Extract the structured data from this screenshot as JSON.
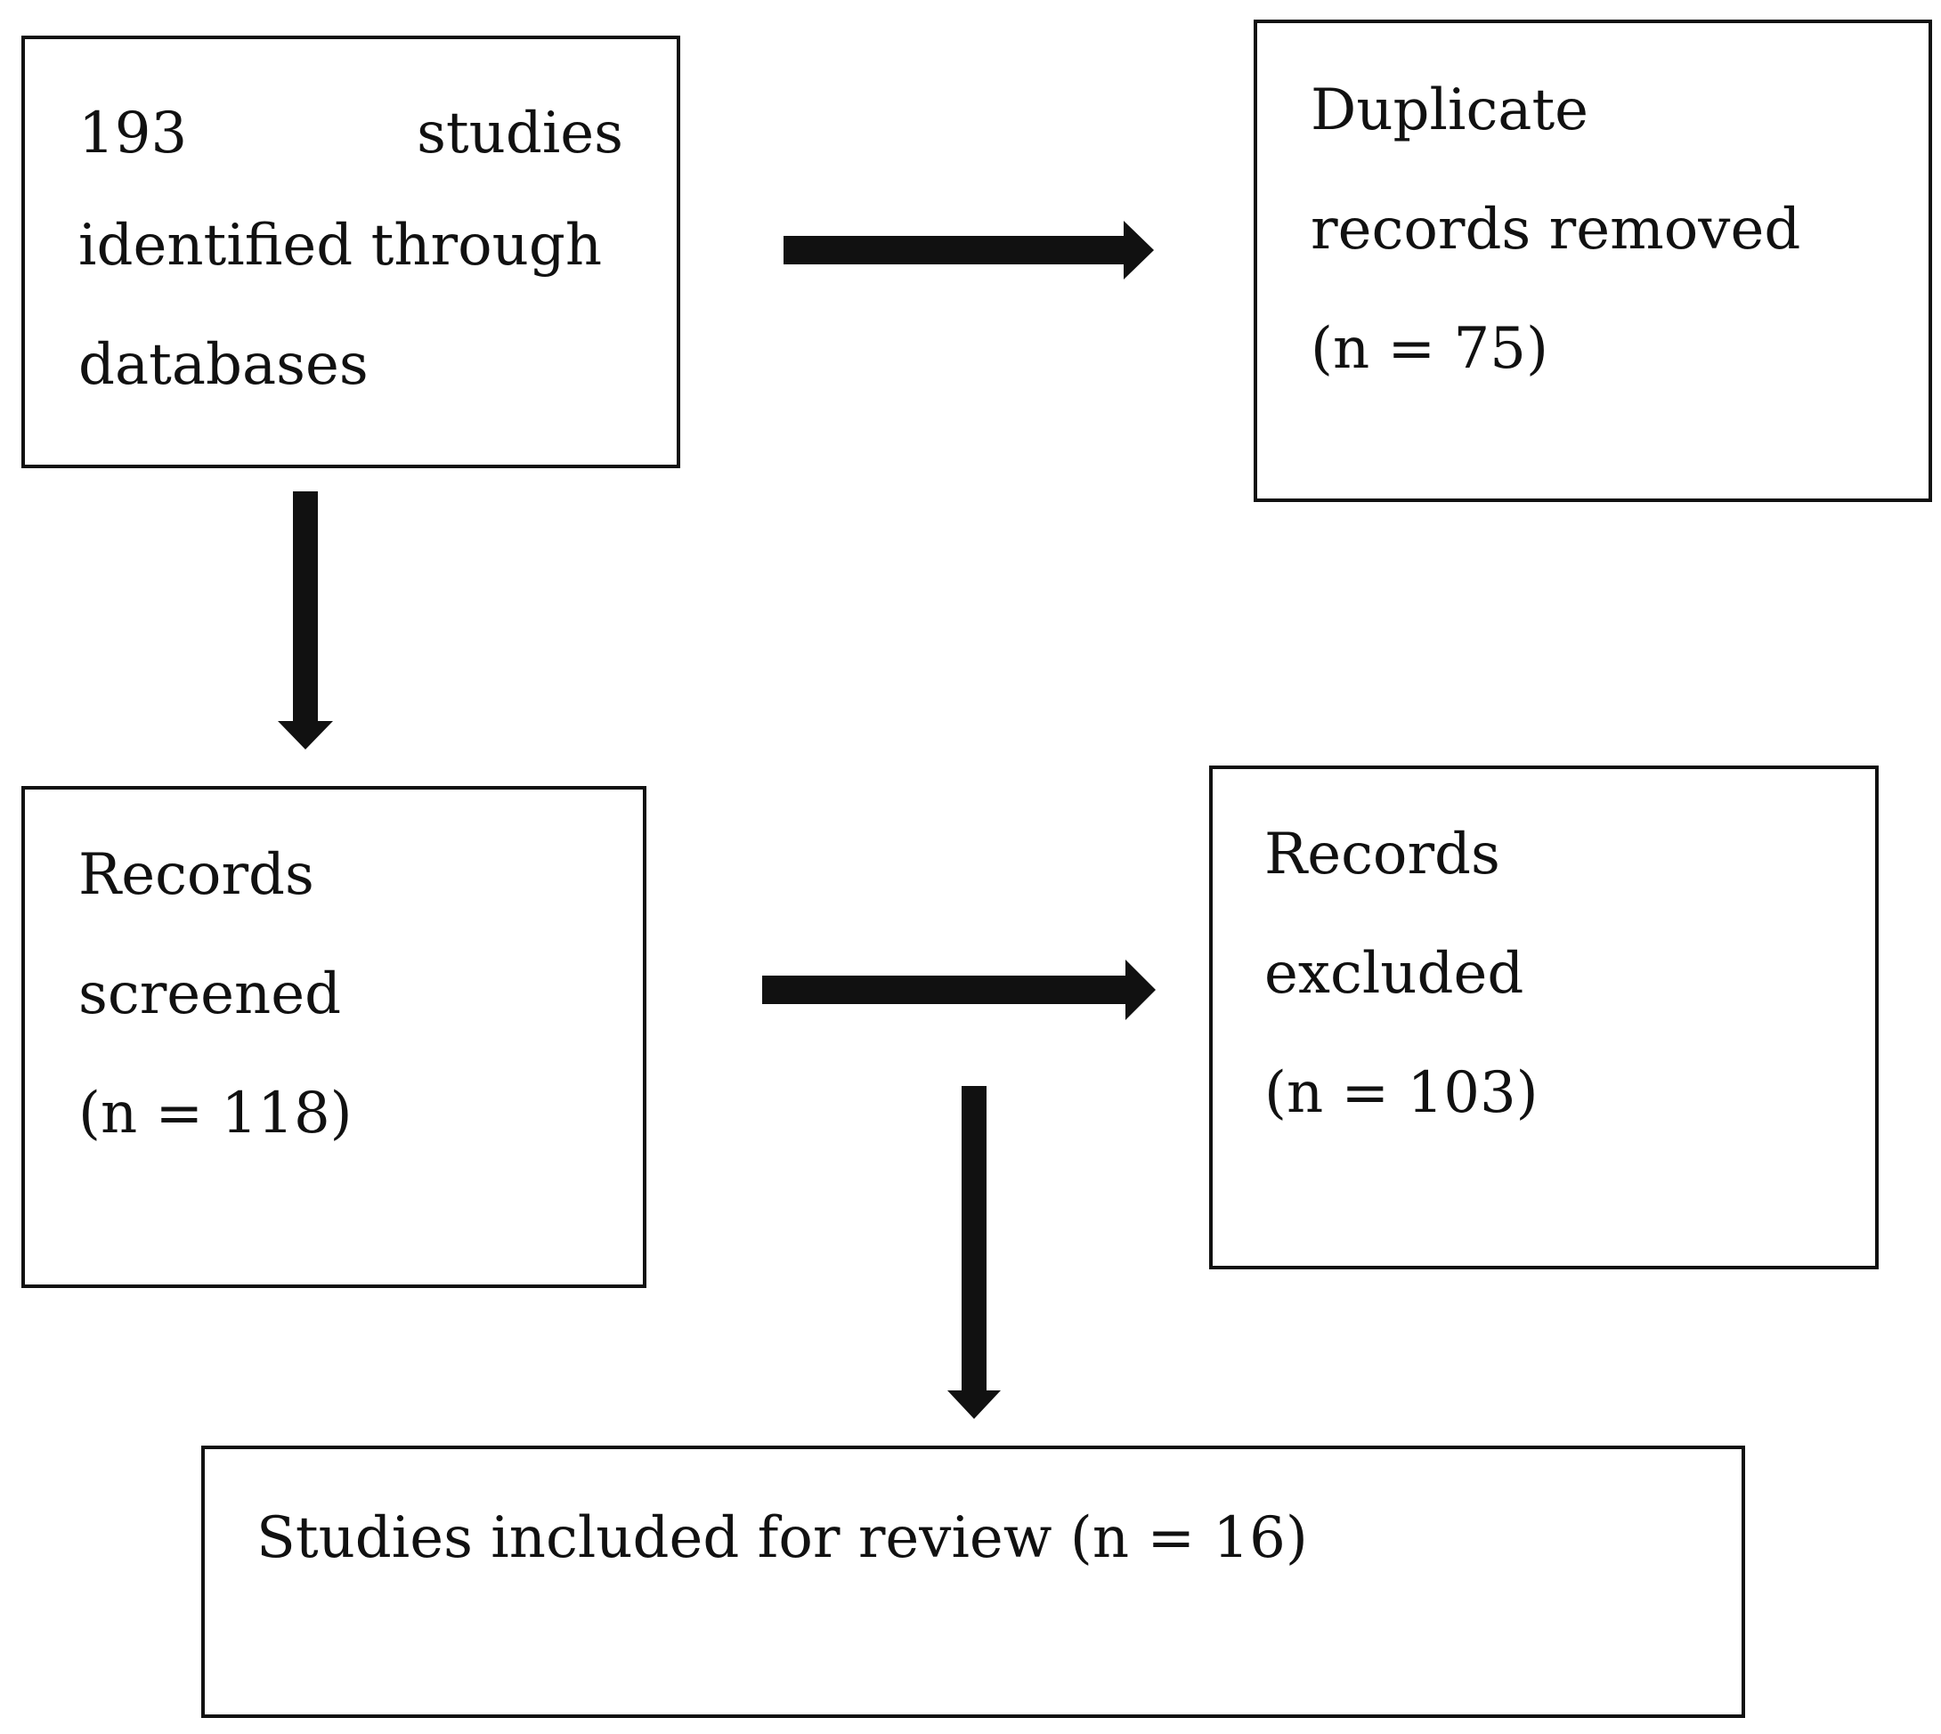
{
  "nodes": {
    "identified": {
      "line1_left": "193",
      "line1_right": "studies",
      "line2": "identified through",
      "line3": "databases"
    },
    "duplicates": {
      "line1": "Duplicate",
      "line2": "records removed",
      "line3": "(n = 75)"
    },
    "screened": {
      "line1": "Records",
      "line2": "screened",
      "line3": "(n = 118)"
    },
    "excluded": {
      "line1": "Records",
      "line2": "excluded",
      "line3": "(n = 103)"
    },
    "included": {
      "line1": "Studies included for review (n = 16)"
    }
  },
  "edges": [
    {
      "from": "identified",
      "to": "duplicates"
    },
    {
      "from": "identified",
      "to": "screened"
    },
    {
      "from": "screened",
      "to": "excluded"
    },
    {
      "from": "screened",
      "to": "included"
    }
  ],
  "colors": {
    "stroke": "#111111",
    "background": "#ffffff"
  }
}
